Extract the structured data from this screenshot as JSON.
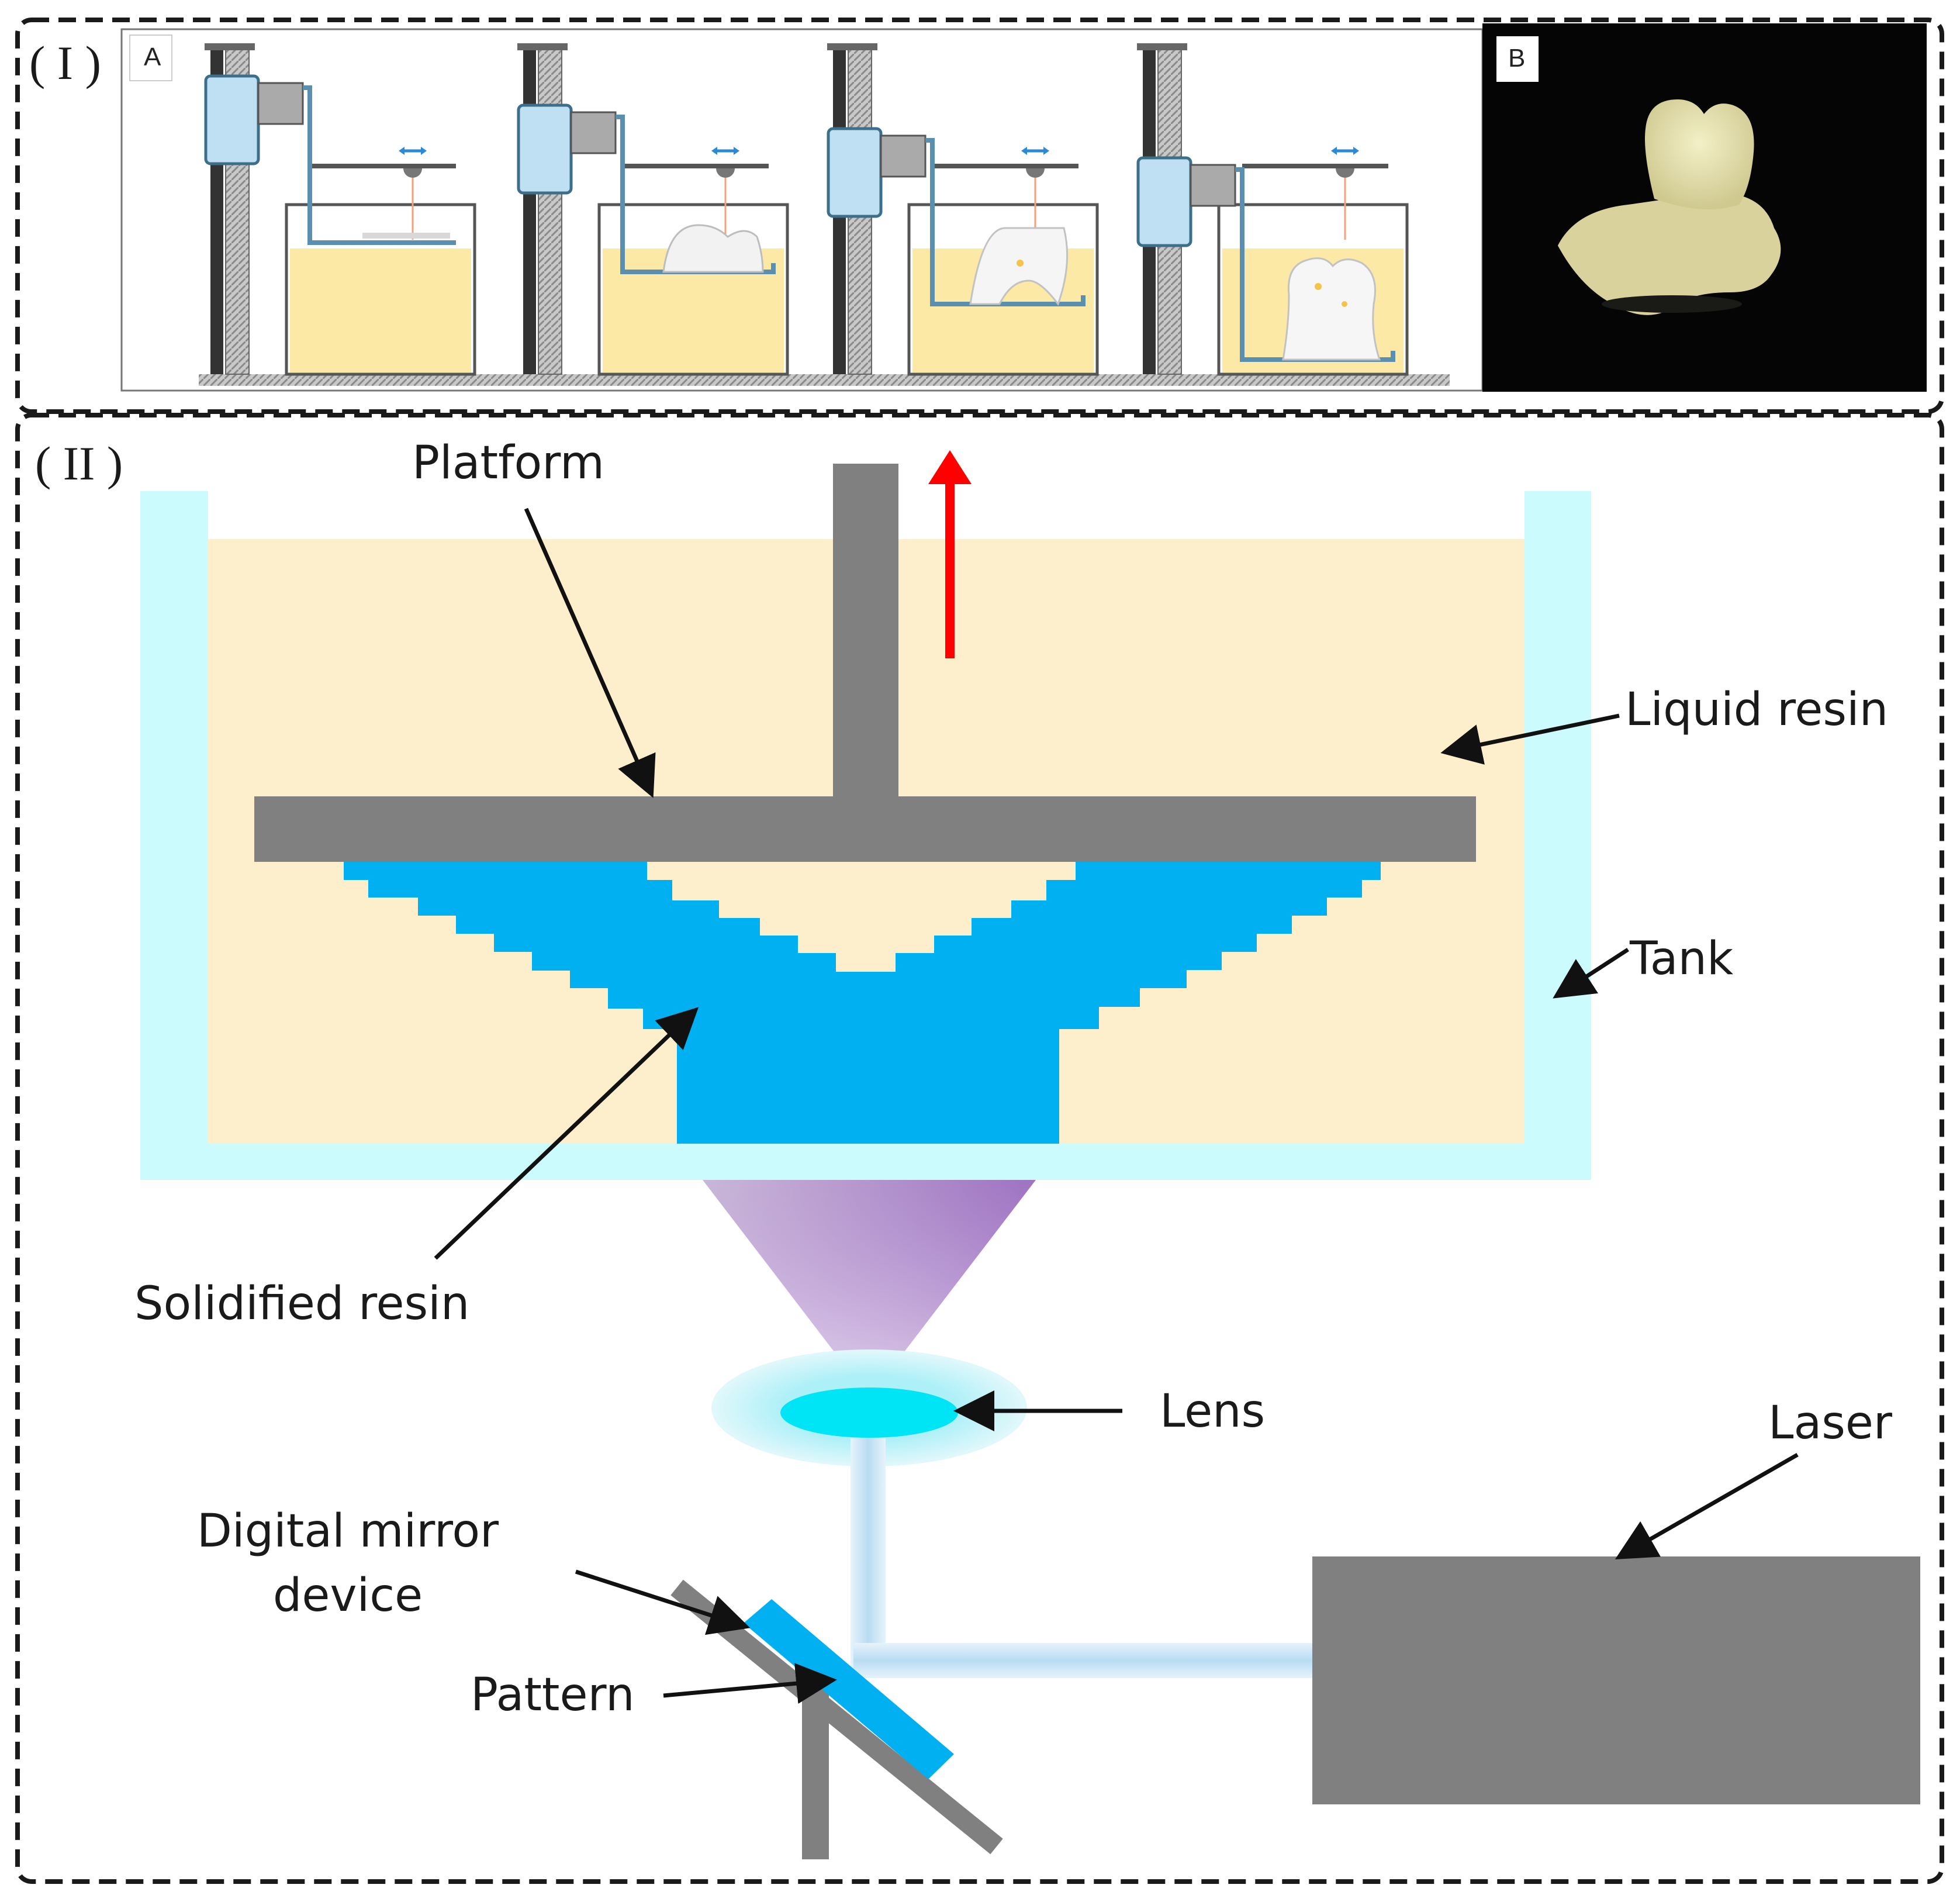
{
  "panel_I": {
    "label": "( I )",
    "sub_a": "A",
    "sub_b": "B"
  },
  "panel_II": {
    "label": "( II )",
    "callouts": {
      "platform": "Platform",
      "liquid_resin": "Liquid resin",
      "tank": "Tank",
      "solidified_resin": "Solidified resin",
      "lens": "Lens",
      "laser": "Laser",
      "dmd_line1": "Digital mirror",
      "dmd_line2": "device",
      "pattern": "Pattern"
    }
  },
  "colors": {
    "gray": "#808080",
    "resin": "#fdefcc",
    "tank_wall": "#ccfbfd",
    "solidified": "#00b0f0",
    "arrow_red": "#ff0000",
    "cone": "#7a2fa0"
  }
}
